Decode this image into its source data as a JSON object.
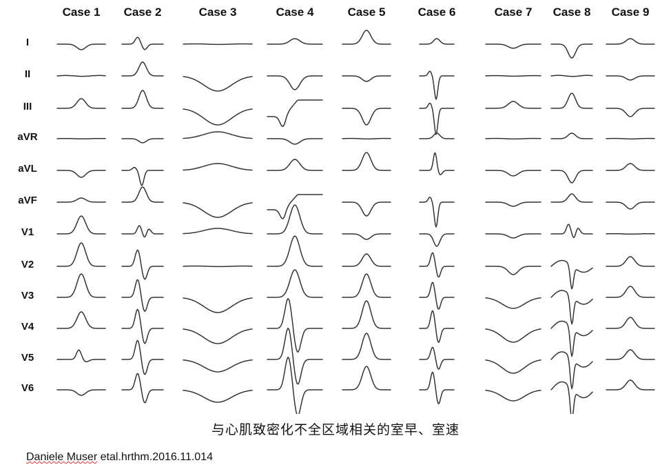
{
  "cases": [
    "Case 1",
    "Case 2",
    "Case 3",
    "Case 4",
    "Case 5",
    "Case 6",
    "Case 7",
    "Case 8",
    "Case 9"
  ],
  "leads": [
    "I",
    "II",
    "III",
    "aVR",
    "aVL",
    "aVF",
    "V1",
    "V2",
    "V3",
    "V4",
    "V5",
    "V6"
  ],
  "caption": "与心肌致密化不全区域相关的室早、室速",
  "citation": {
    "author": "Daniele Muser",
    "rest": " etal.hrthm.2016.11.014"
  }
}
